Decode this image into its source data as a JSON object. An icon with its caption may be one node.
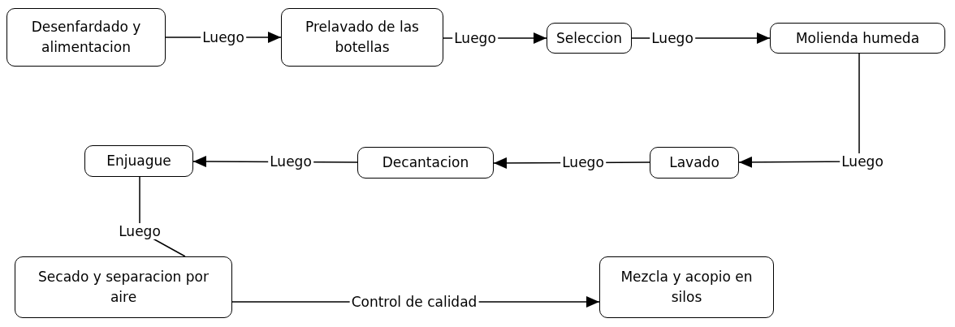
{
  "diagram": {
    "nodes": [
      {
        "text": [
          "Desenfardado y alimentacion"
        ]
      },
      {
        "text": [
          "Prelavado de las botellas"
        ]
      },
      {
        "text": [
          "Seleccion"
        ]
      },
      {
        "text": [
          "Molienda humeda"
        ]
      },
      {
        "text": [
          "Lavado"
        ]
      },
      {
        "text": [
          "Decantacion"
        ]
      },
      {
        "text": [
          "Enjuague"
        ]
      },
      {
        "text": [
          "Secado y separacion por aire"
        ]
      },
      {
        "text": [
          "Mezcla y acopio en silos"
        ]
      }
    ],
    "edges": [
      {
        "from": 0,
        "to": 1,
        "arrow": "to",
        "label": "Luego"
      },
      {
        "from": 1,
        "to": 2,
        "arrow": "to",
        "label": "Luego"
      },
      {
        "from": 2,
        "to": 3,
        "arrow": "to",
        "label": "Luego"
      },
      {
        "from": 3,
        "to": 4,
        "arrow": "to",
        "label": "Luego"
      },
      {
        "from": 4,
        "to": 5,
        "arrow": "to",
        "label": "Luego"
      },
      {
        "from": 5,
        "to": 6,
        "arrow": "to",
        "label": "Luego"
      },
      {
        "from": 6,
        "to": 7,
        "arrow": "none",
        "label": "Luego"
      },
      {
        "from": 7,
        "to": 8,
        "arrow": "to",
        "label": "Control de calidad"
      }
    ]
  }
}
